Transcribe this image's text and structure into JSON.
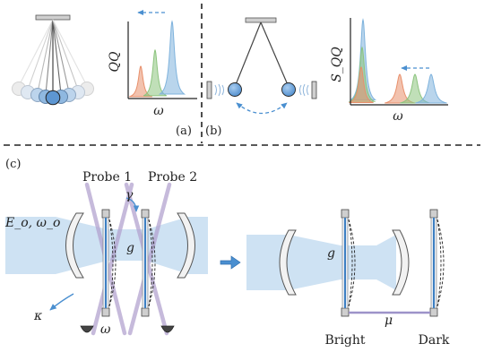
{
  "panel_a": {
    "tag": "(a)",
    "ylabel": "QQ",
    "xlabel": "ω",
    "peak_colors": [
      "#e8906c",
      "#8cc47e",
      "#7fb3dd"
    ]
  },
  "panel_b": {
    "tag": "(b)",
    "ylabel": "S_QQ",
    "xlabel": "ω",
    "peak_colors": [
      "#e8906c",
      "#8cc47e",
      "#7fb3dd"
    ]
  },
  "panel_c": {
    "tag": "(c)",
    "probe1": "Probe 1",
    "probe2": "Probe 2",
    "field": "E_o, ω_o",
    "gamma": "γ",
    "kappa": "κ",
    "omega": "ω",
    "coupling_left": "g",
    "coupling_right": "g",
    "mu": "μ",
    "bright": "Bright",
    "dark": "Dark"
  },
  "colors": {
    "beam": "#c9dff2",
    "membrane": "#3d7fc2",
    "arrow": "#4a8fd0",
    "probe": "#b3a3cf",
    "mu_link": "#9d93c9"
  }
}
